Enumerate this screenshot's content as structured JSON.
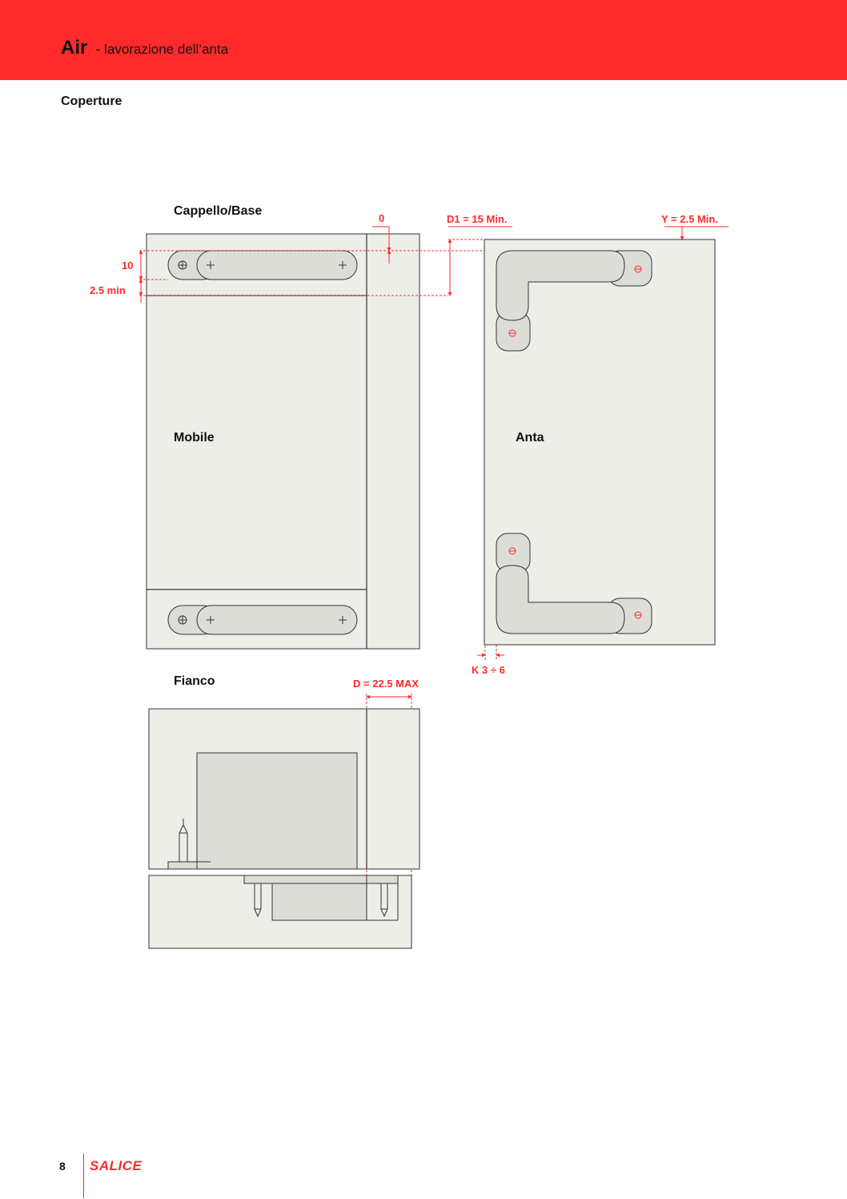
{
  "header": {
    "title": "Air",
    "subtitle": "- lavorazione dell’anta",
    "color": "#ff2a2a"
  },
  "section": {
    "title": "Coperture"
  },
  "labels": {
    "cappello_base": "Cappello/Base",
    "mobile": "Mobile",
    "anta": "Anta",
    "fianco": "Fianco"
  },
  "dimensions": {
    "zero": "0",
    "d1": "D1 = 15 Min.",
    "y": "Y = 2.5 Min.",
    "ten": "10",
    "two_five_min": "2.5 min",
    "k": "K 3 ÷ 6",
    "d_max": "D = 22.5 MAX"
  },
  "colors": {
    "panel_fill": "#edeee8",
    "part_fill": "#dcddd7",
    "dimension": "#ff2a2a",
    "line": "#333333"
  },
  "footer": {
    "page_number": "8",
    "brand": "SALICE"
  }
}
